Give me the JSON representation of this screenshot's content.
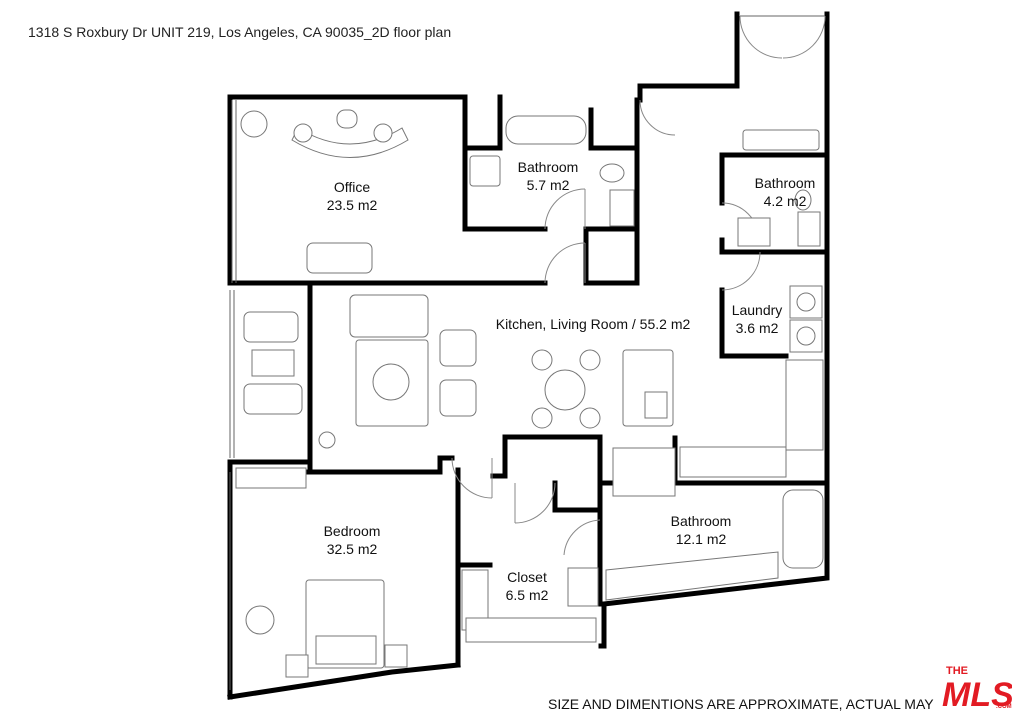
{
  "header": {
    "title": "1318 S Roxbury Dr UNIT 219, Los Angeles, CA 90035_2D floor plan"
  },
  "rooms": [
    {
      "id": "office",
      "name": "Office",
      "area": "23.5 m2"
    },
    {
      "id": "bathroom-1",
      "name": "Bathroom",
      "area": "5.7 m2"
    },
    {
      "id": "bathroom-2",
      "name": "Bathroom",
      "area": "4.2 m2"
    },
    {
      "id": "laundry",
      "name": "Laundry",
      "area": "3.6 m2"
    },
    {
      "id": "kitchen-living",
      "name": "Kitchen, Living Room / 55.2 m2",
      "area": ""
    },
    {
      "id": "bedroom",
      "name": "Bedroom",
      "area": "32.5 m2"
    },
    {
      "id": "closet",
      "name": "Closet",
      "area": "6.5 m2"
    },
    {
      "id": "bathroom-3",
      "name": "Bathroom",
      "area": "12.1 m2"
    }
  ],
  "footer": {
    "note": "SIZE AND DIMENTIONS ARE APPROXIMATE, ACTUAL MAY VARY"
  },
  "logo": {
    "the": "THE",
    "mls": "MLS",
    "com": ".COM",
    "color": "#e21b23"
  },
  "colors": {
    "wall": "#000000",
    "furniture": "#777777"
  }
}
